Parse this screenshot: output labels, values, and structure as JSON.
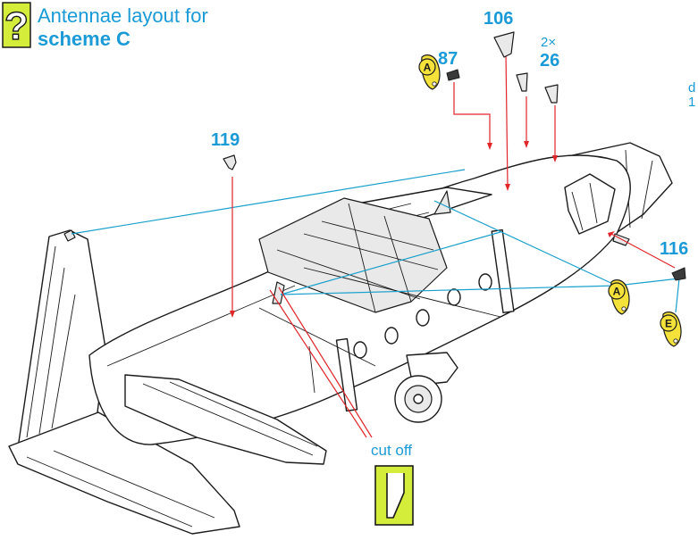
{
  "header": {
    "badge_glyph": "?",
    "title_line1": "Antennae layout for",
    "title_line2": "scheme C"
  },
  "parts": {
    "p106": "106",
    "p87": "87",
    "p26_qty": "2×",
    "p26": "26",
    "p119": "119",
    "p116": "116"
  },
  "tags": {
    "a1": "A",
    "a2": "A",
    "e1": "E"
  },
  "cutoff": {
    "label": "cut off"
  },
  "edge_fragment": {
    "line1": "d",
    "line2": "1"
  },
  "colors": {
    "accent_blue": "#1a9ad6",
    "badge_yellow": "#d4ec3a",
    "tag_yellow": "#f4e23a",
    "leader_red": "#e0262a",
    "wire_cyan": "#1aa0cc"
  },
  "icons": {
    "badge": "question-mark-badge-icon",
    "cutoff": "cut-off-symbol-icon",
    "tag": "paint-drop-tag-icon"
  }
}
